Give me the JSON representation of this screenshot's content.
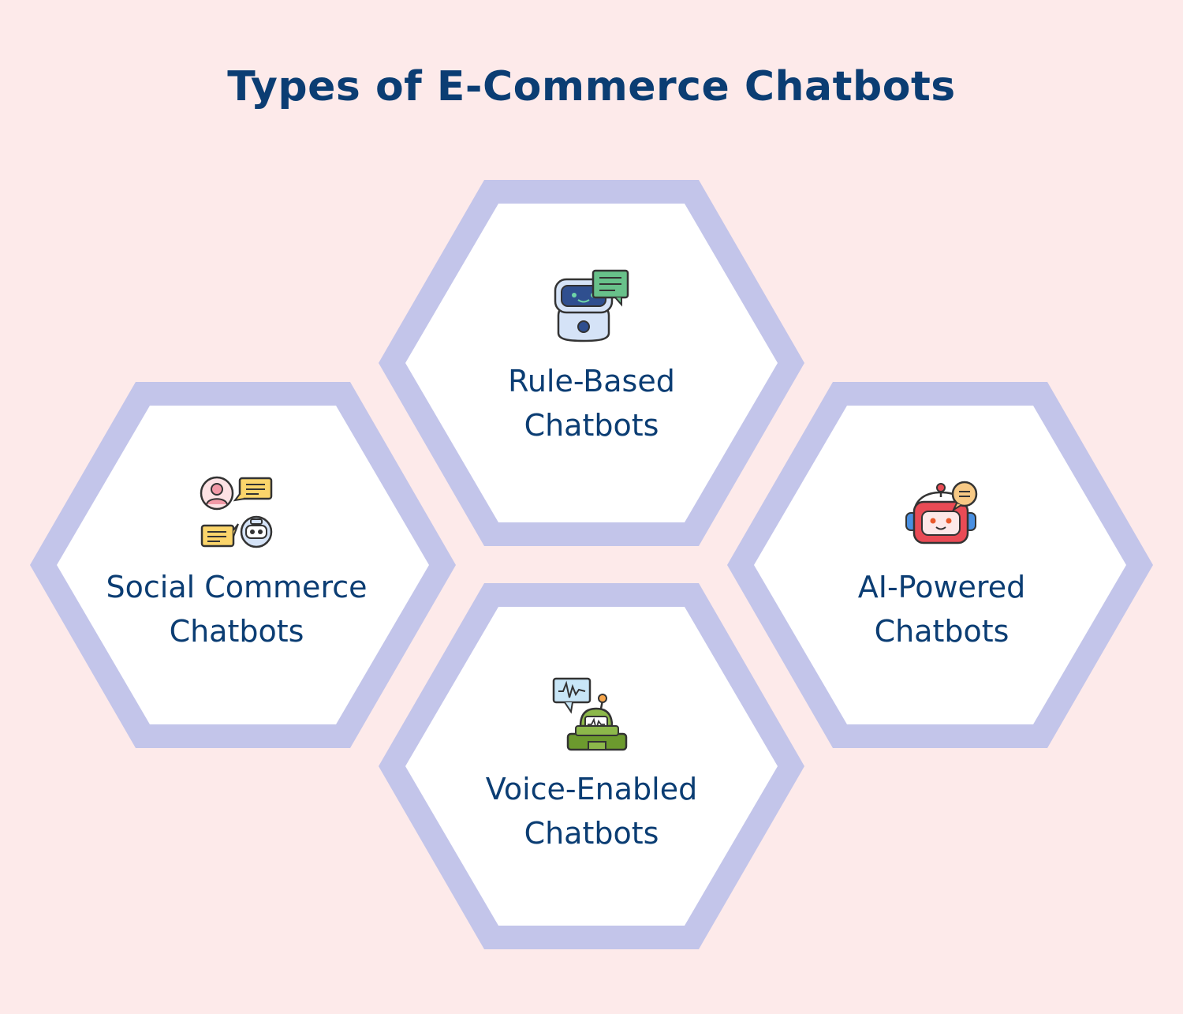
{
  "title": "Types of E-Commerce Chatbots",
  "colors": {
    "background": "#fdeaea",
    "hex_border": "#c3c5ea",
    "hex_fill": "#ffffff",
    "text": "#0b3d73"
  },
  "hexagons": [
    {
      "id": "rule-based",
      "line1": "Rule-Based",
      "line2": "Chatbots",
      "icon": "robot-chat-icon"
    },
    {
      "id": "social-commerce",
      "line1": "Social Commerce",
      "line2": "Chatbots",
      "icon": "social-chat-icon"
    },
    {
      "id": "ai-powered",
      "line1": "AI-Powered",
      "line2": "Chatbots",
      "icon": "ai-robot-icon"
    },
    {
      "id": "voice-enabled",
      "line1": "Voice-Enabled",
      "line2": "Chatbots",
      "icon": "voice-robot-icon"
    }
  ]
}
